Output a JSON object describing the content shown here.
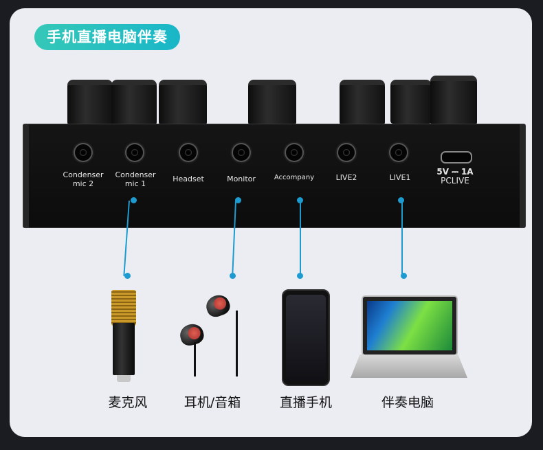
{
  "header": {
    "title": "手机直播电脑伴奏"
  },
  "ports": [
    {
      "label_line1": "Condenser",
      "label_line2": "mic 2"
    },
    {
      "label_line1": "Condenser",
      "label_line2": "mic 1"
    },
    {
      "label_line1": "Headset",
      "label_line2": ""
    },
    {
      "label_line1": "Monitor",
      "label_line2": ""
    },
    {
      "label_line1": "Accompany",
      "label_line2": ""
    },
    {
      "label_line1": "LIVE2",
      "label_line2": ""
    },
    {
      "label_line1": "LIVE1",
      "label_line2": ""
    },
    {
      "label_line1": "5V ⎓ 1A",
      "label_line2": "PCLIVE"
    }
  ],
  "devices": [
    {
      "caption": "麦克风",
      "icon": "microphone-icon"
    },
    {
      "caption": "耳机/音箱",
      "icon": "earphones-icon"
    },
    {
      "caption": "直播手机",
      "icon": "smartphone-icon"
    },
    {
      "caption": "伴奏电脑",
      "icon": "laptop-icon"
    }
  ],
  "colors": {
    "accent": "#1d9bd1",
    "pill_start": "#35c8b8",
    "pill_end": "#19b6c8",
    "card_bg": "#ebedf3"
  }
}
